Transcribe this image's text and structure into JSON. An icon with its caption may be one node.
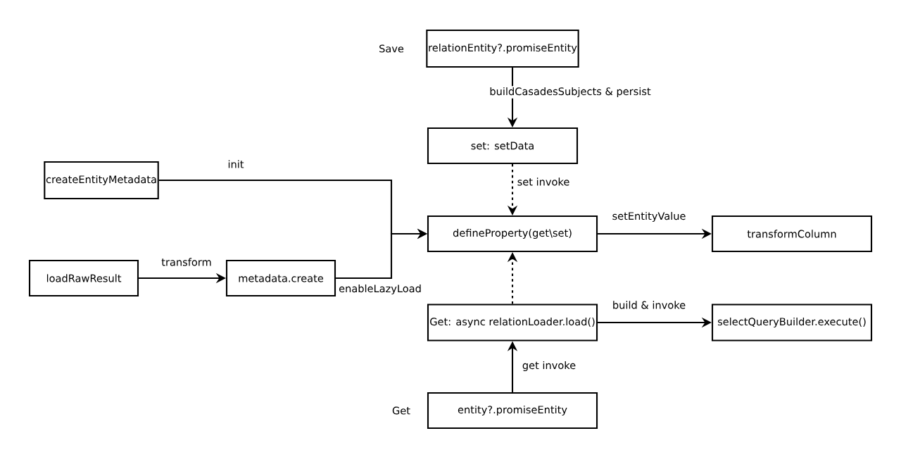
{
  "diagram": {
    "nodes": [
      {
        "text": [
          "relationEntity?.promiseEntity"
        ],
        "beside": [
          "Save"
        ]
      },
      {
        "text": [
          "set: setData"
        ]
      },
      {
        "text": [
          "createEntityMetadata"
        ]
      },
      {
        "text": [
          "defineProperty(get\\set)"
        ]
      },
      {
        "text": [
          "transformColumn"
        ]
      },
      {
        "text": [
          "loadRawResult"
        ]
      },
      {
        "text": [
          "metadata.create"
        ]
      },
      {
        "text": [
          "Get: async relationLoader.load()"
        ]
      },
      {
        "text": [
          "selectQueryBuilder.execute()"
        ]
      },
      {
        "text": [
          "entity?.promiseEntity"
        ],
        "beside": [
          "Get"
        ]
      }
    ],
    "edges": [
      {
        "from": 0,
        "to": 1,
        "arrow": "to",
        "label": "buildCasadesSubjects & persist"
      },
      {
        "from": 1,
        "to": 3,
        "arrow": "to",
        "label": "set invoke",
        "style": "dashed"
      },
      {
        "from": 2,
        "to": 3,
        "arrow": "to",
        "label": "init"
      },
      {
        "from": 6,
        "to": 3,
        "arrow": "to",
        "label": "enableLazyLoad"
      },
      {
        "from": 3,
        "to": 4,
        "arrow": "to",
        "label": "setEntityValue"
      },
      {
        "from": 5,
        "to": 6,
        "arrow": "to",
        "label": "transform"
      },
      {
        "from": 7,
        "to": 3,
        "arrow": "to",
        "style": "dashed"
      },
      {
        "from": 7,
        "to": 8,
        "arrow": "to",
        "label": "build & invoke"
      },
      {
        "from": 9,
        "to": 7,
        "arrow": "to",
        "label": "get invoke"
      }
    ]
  }
}
